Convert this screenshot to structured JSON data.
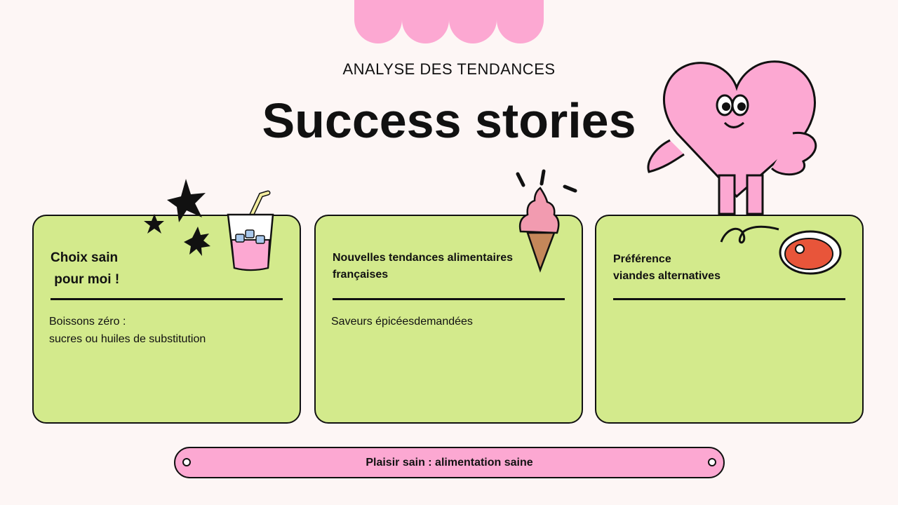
{
  "header": {
    "kicker": "ANALYSE DES TENDANCES",
    "title": "Success stories"
  },
  "cards": [
    {
      "title_line1": "Choix sain",
      "title_line2": " pour moi !",
      "body_line1": "Boissons zéro :",
      "body_line2": "sucres ou huiles de substitution",
      "icon": "drink-cup-icon"
    },
    {
      "title_line1": "Nouvelles tendances alimentaires",
      "title_line2": "françaises",
      "body_line1": "Saveurs épicéesdemandées",
      "icon": "ice-cream-icon"
    },
    {
      "title_line1": "Préférence",
      "title_line2": "viandes alternatives",
      "icon": "steak-icon"
    }
  ],
  "banner": {
    "label": "Plaisir sain : alimentation saine"
  },
  "colors": {
    "background": "#fdf6f5",
    "card": "#d3ea8c",
    "pink": "#fca8d2"
  }
}
